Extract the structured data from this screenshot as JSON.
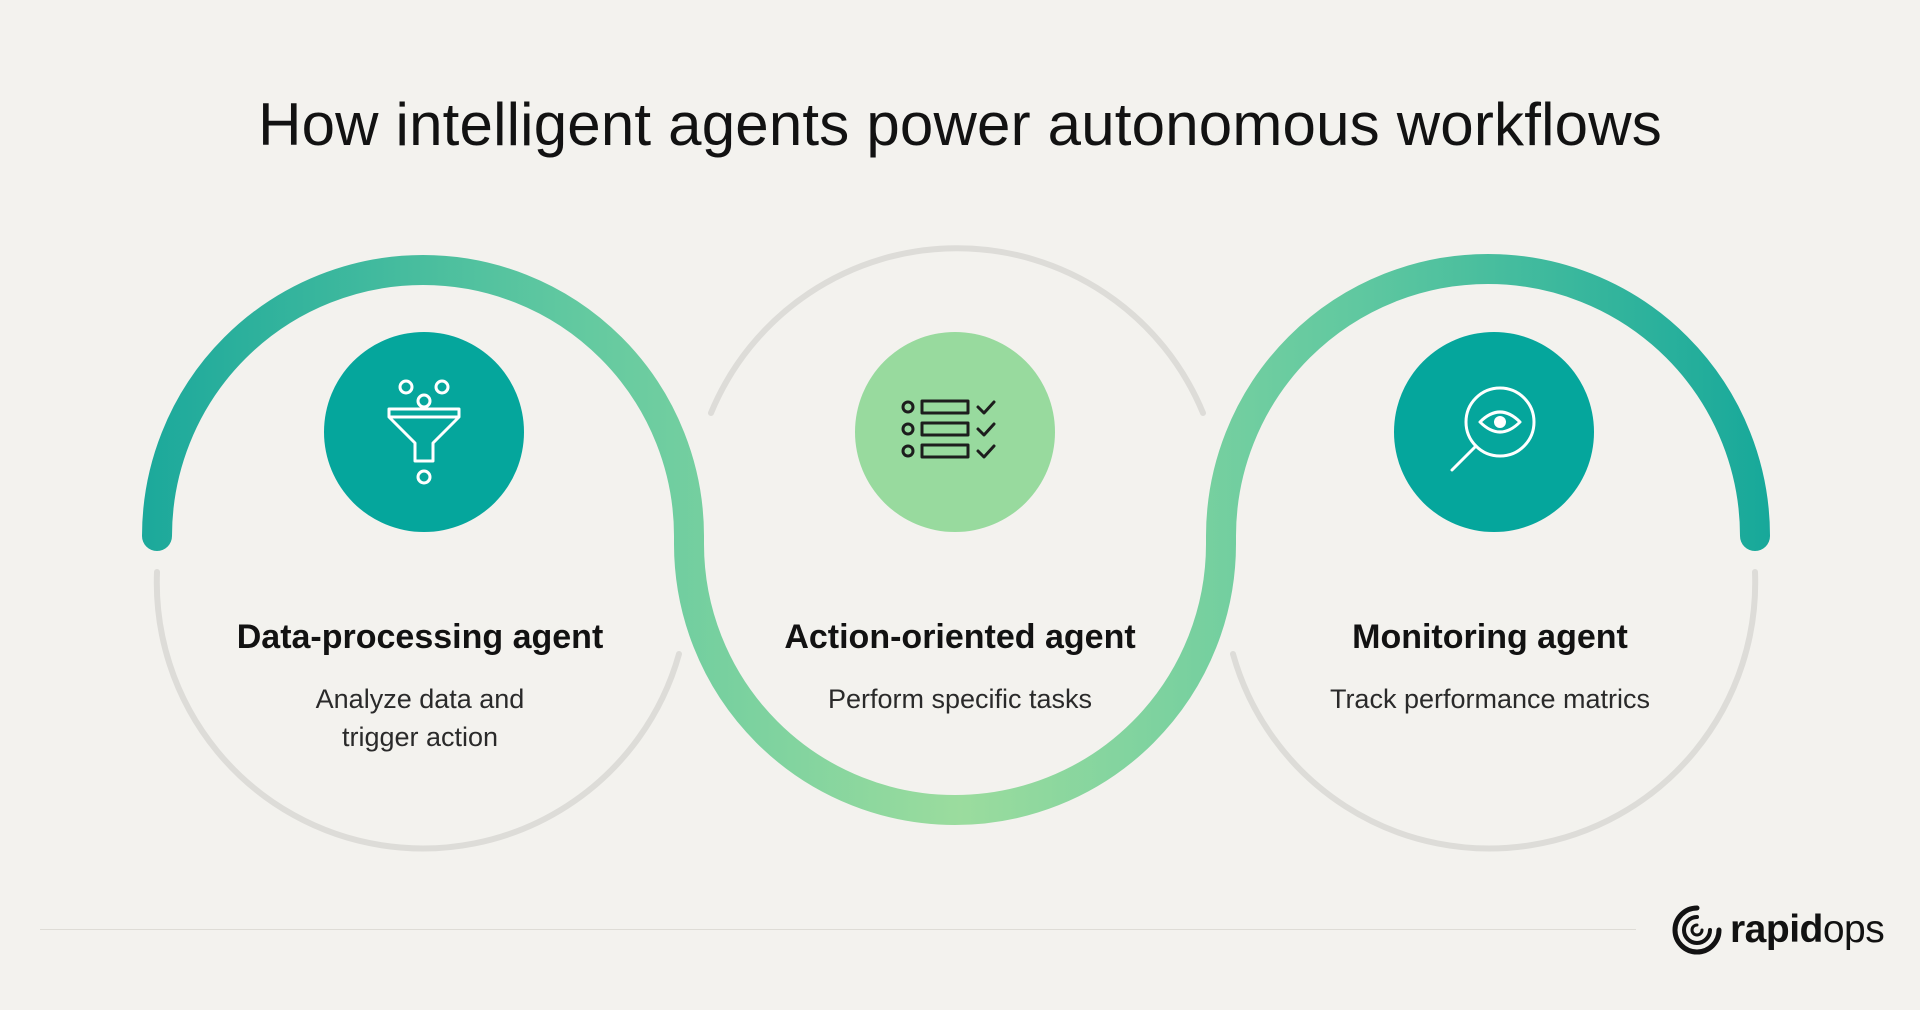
{
  "title": "How intelligent agents power autonomous workflows",
  "agents": [
    {
      "title": "Data-processing agent",
      "desc_line1": "Analyze data and",
      "desc_line2": "trigger action",
      "icon": "funnel-icon"
    },
    {
      "title": "Action-oriented agent",
      "desc_line1": "Perform specific tasks",
      "icon": "checklist-icon"
    },
    {
      "title": "Monitoring agent",
      "desc_line1": "Track performance matrics",
      "icon": "magnifier-eye-icon"
    }
  ],
  "colors": {
    "background": "#f3f2ee",
    "teal": "#05a69c",
    "green": "#98da9e",
    "light_green": "#8fd99e",
    "grey_arc": "#dddcd8"
  },
  "logo": {
    "bold": "rapid",
    "light": "ops"
  }
}
